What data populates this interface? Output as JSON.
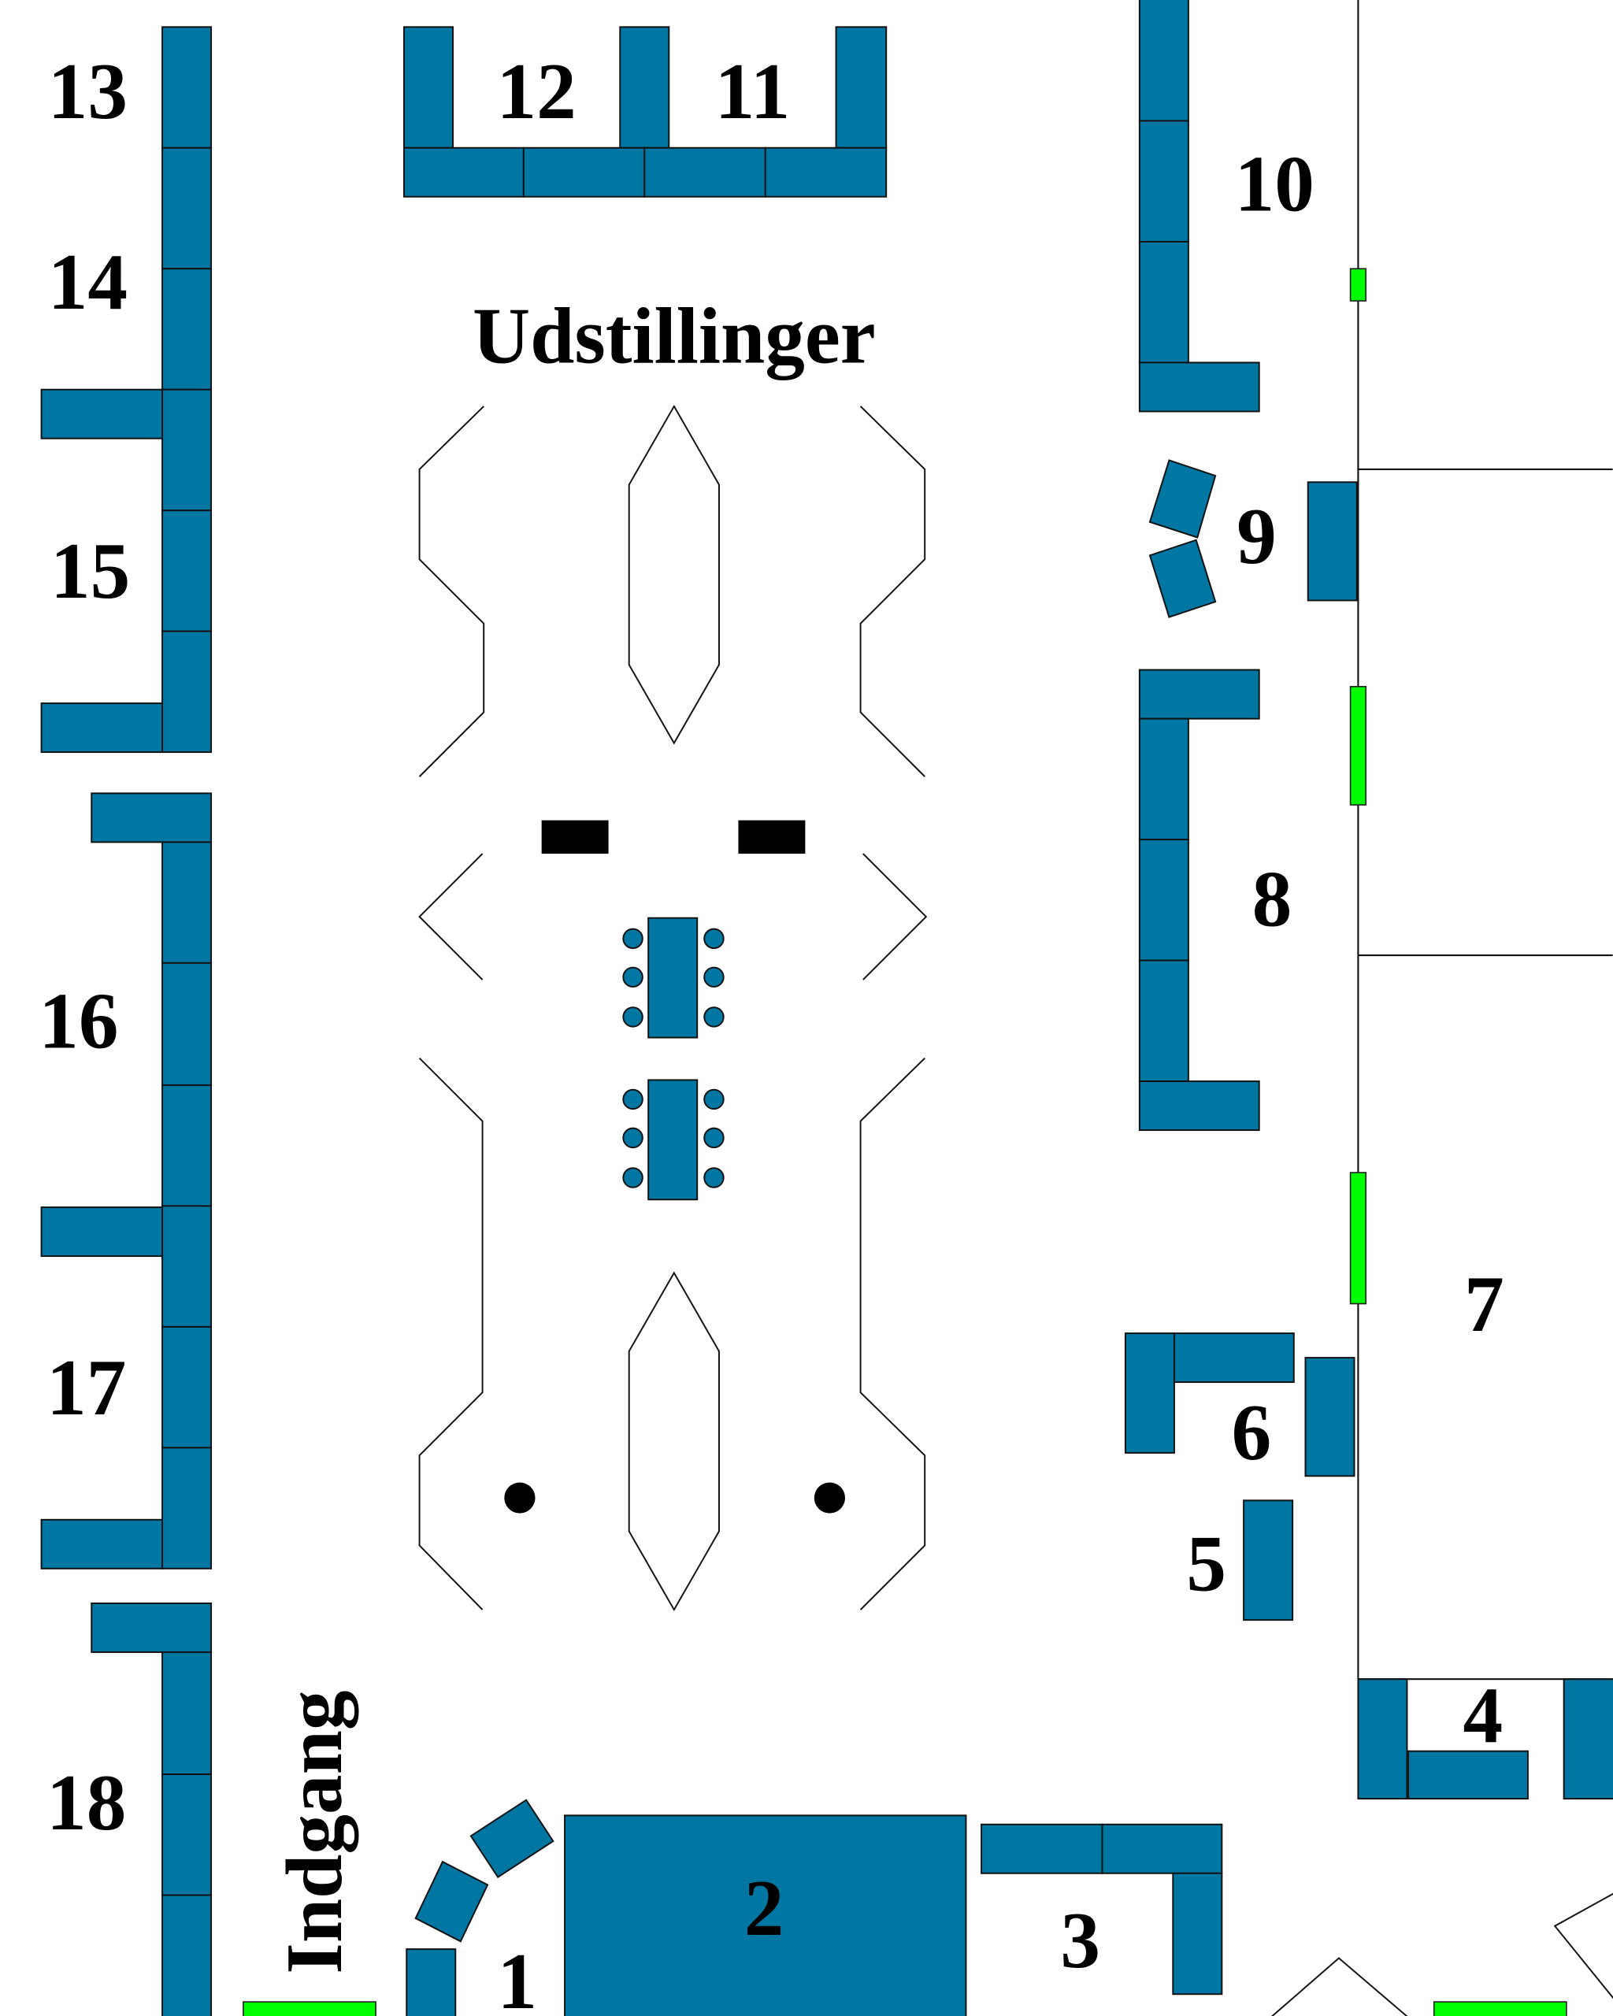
{
  "title": "Udstillinger",
  "entrance": "Indgang",
  "booth_numbers": [
    "1",
    "2",
    "3",
    "4",
    "5",
    "6",
    "7",
    "8",
    "9",
    "10",
    "11",
    "12",
    "13",
    "14",
    "15",
    "16",
    "17",
    "18"
  ],
  "colors": {
    "booth": "#0076a3",
    "door": "#00ff00",
    "background": "#ffffff",
    "outline": "#111111"
  }
}
